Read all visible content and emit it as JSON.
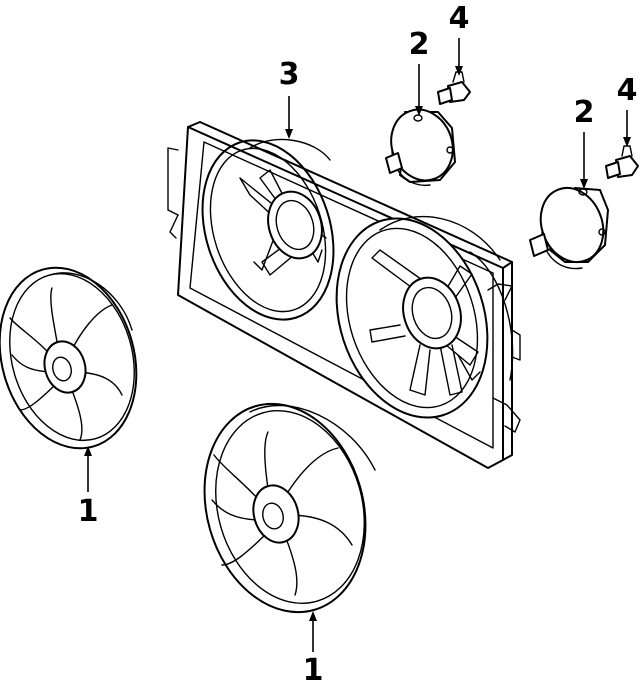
{
  "callouts": [
    {
      "id": "fan-left",
      "label": "1"
    },
    {
      "id": "fan-lower",
      "label": "1"
    },
    {
      "id": "motor-upper",
      "label": "2"
    },
    {
      "id": "motor-right",
      "label": "2"
    },
    {
      "id": "shroud",
      "label": "3"
    },
    {
      "id": "bolt-upper",
      "label": "4"
    },
    {
      "id": "bolt-right",
      "label": "4"
    }
  ]
}
